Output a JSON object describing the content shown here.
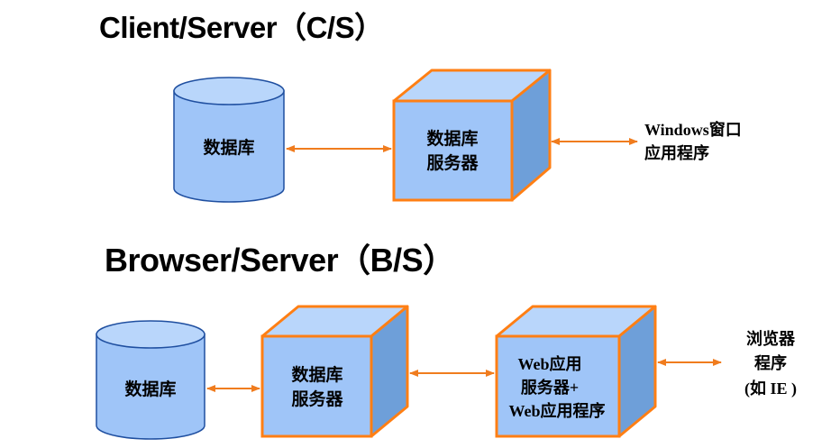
{
  "titles": {
    "cs": "Client/Server（C/S）",
    "bs": "Browser/Server（B/S）"
  },
  "cs": {
    "database": "数据库",
    "db_server": [
      "数据库",
      "服务器"
    ],
    "client_app": [
      "Windows窗口",
      "应用程序"
    ]
  },
  "bs": {
    "database": "数据库",
    "db_server": [
      "数据库",
      "服务器"
    ],
    "web_server": [
      "Web应用",
      "服务器+",
      "Web应用程序"
    ],
    "browser": [
      "浏览器",
      "程序",
      "(如 IE )"
    ]
  },
  "colors": {
    "box_front": "#9fc5f8",
    "box_top": "#b9d6fb",
    "box_side": "#6e9fd9",
    "outline": "#ff7f14",
    "arrow": "#f07c1e"
  }
}
